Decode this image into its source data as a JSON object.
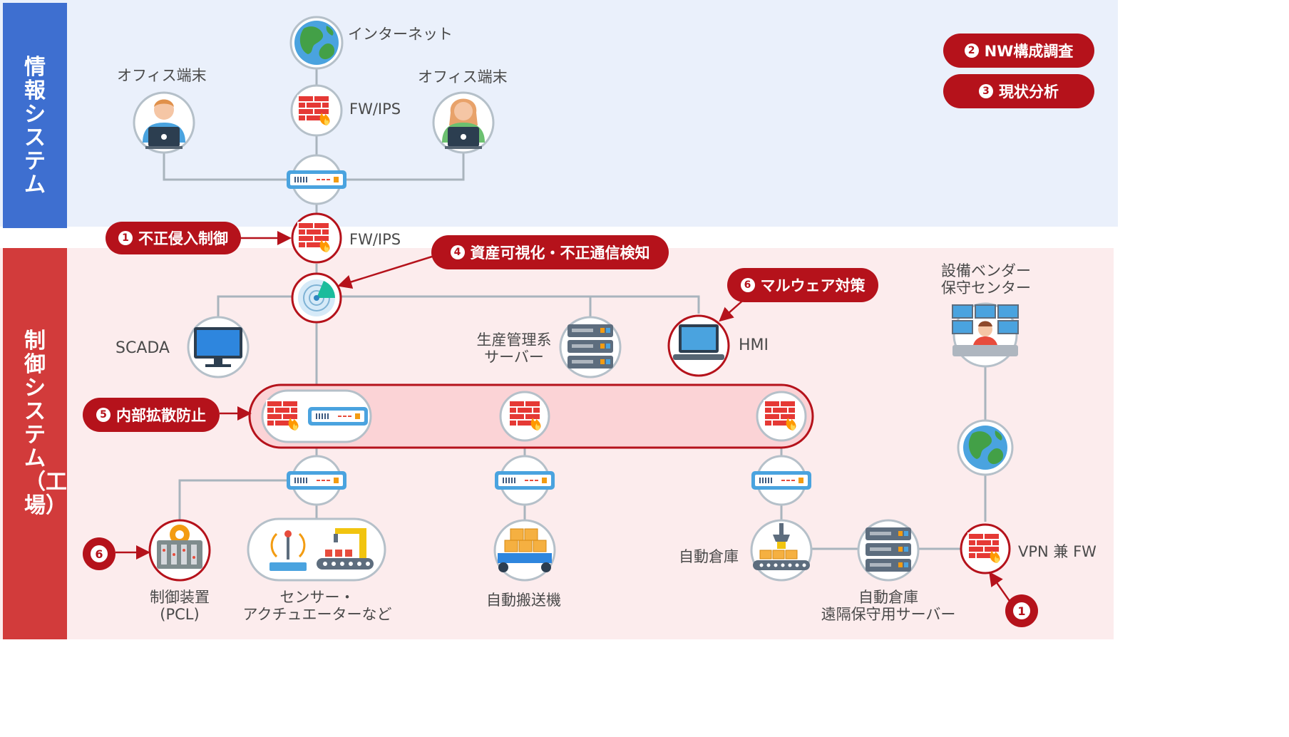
{
  "bands": {
    "info": {
      "label": "情報システム",
      "color": "#3e6fd0",
      "bg": "#eaf0fb"
    },
    "control": {
      "label": "制御システム（工場）",
      "color": "#d23b3b",
      "bg": "#fceced"
    }
  },
  "labels": {
    "internet": "インターネット",
    "office_left": "オフィス端末",
    "office_right": "オフィス端末",
    "fw_ips_top": "FW/IPS",
    "fw_ips_mid": "FW/IPS",
    "scada": "SCADA",
    "prod_server": "生産管理系\nサーバー",
    "hmi": "HMI",
    "vendor_center": "設備ベンダー\n保守センター",
    "vpn_fw": "VPN 兼 FW",
    "plc": "制御装置\n(PCL)",
    "sensors": "センサー・\nアクチュエーターなど",
    "agv": "自動搬送機",
    "warehouse": "自動倉庫",
    "warehouse_server": "自動倉庫\n遠隔保守用サーバー"
  },
  "callouts": {
    "nw_survey": {
      "num": "2",
      "text": "NW構成調査"
    },
    "analysis": {
      "num": "3",
      "text": "現状分析"
    },
    "intrusion": {
      "num": "1",
      "text": "不正侵入制御"
    },
    "asset": {
      "num": "4",
      "text": "資産可視化・不正通信検知"
    },
    "malware": {
      "num": "6",
      "text": "マルウェア対策"
    },
    "spread": {
      "num": "5",
      "text": "内部拡散防止"
    },
    "plc_num": "6",
    "vpn_num": "1"
  },
  "colors": {
    "accent": "#b5121b",
    "line": "#a9b4bd"
  },
  "icons": [
    "globe-icon",
    "firewall-icon",
    "switch-icon",
    "person-laptop-icon",
    "radar-icon",
    "monitor-icon",
    "server-icon",
    "laptop-icon",
    "plc-icon",
    "sensor-icon",
    "robot-arm-icon",
    "agv-icon",
    "warehouse-icon",
    "operator-icon"
  ]
}
